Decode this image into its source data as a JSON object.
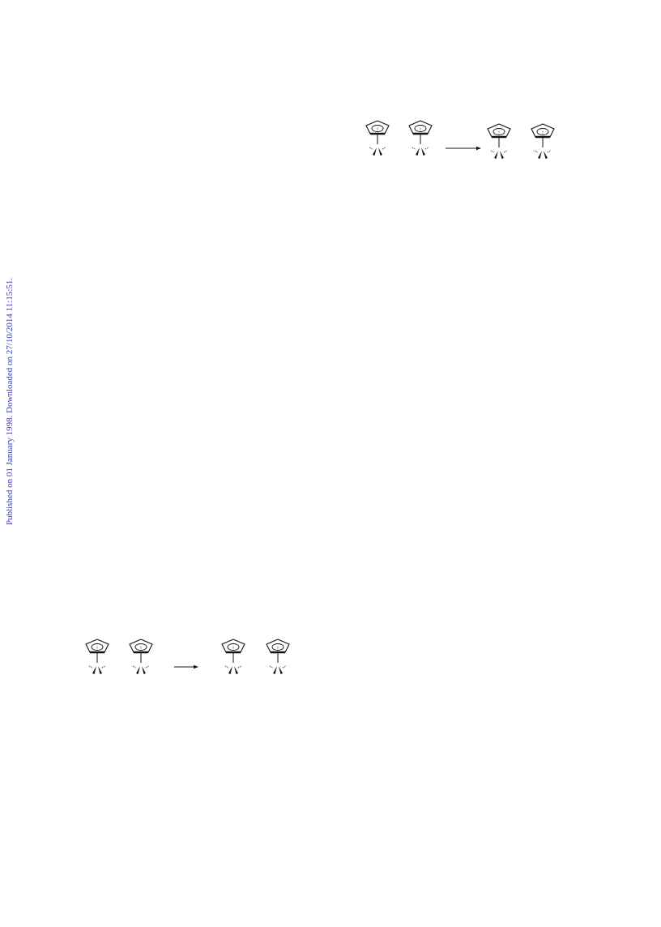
{
  "sidebar": {
    "publication_note": "Published on 01 January 1998. Downloaded on 27/10/2014 11:15:51."
  },
  "colors": {
    "note": "#3b3bb3",
    "ink": "#111111"
  },
  "schemes": [
    {
      "id": "top",
      "reactants": 2,
      "products": 2
    },
    {
      "id": "bottom",
      "reactants": 2,
      "products": 2
    }
  ],
  "ring_label": "i"
}
